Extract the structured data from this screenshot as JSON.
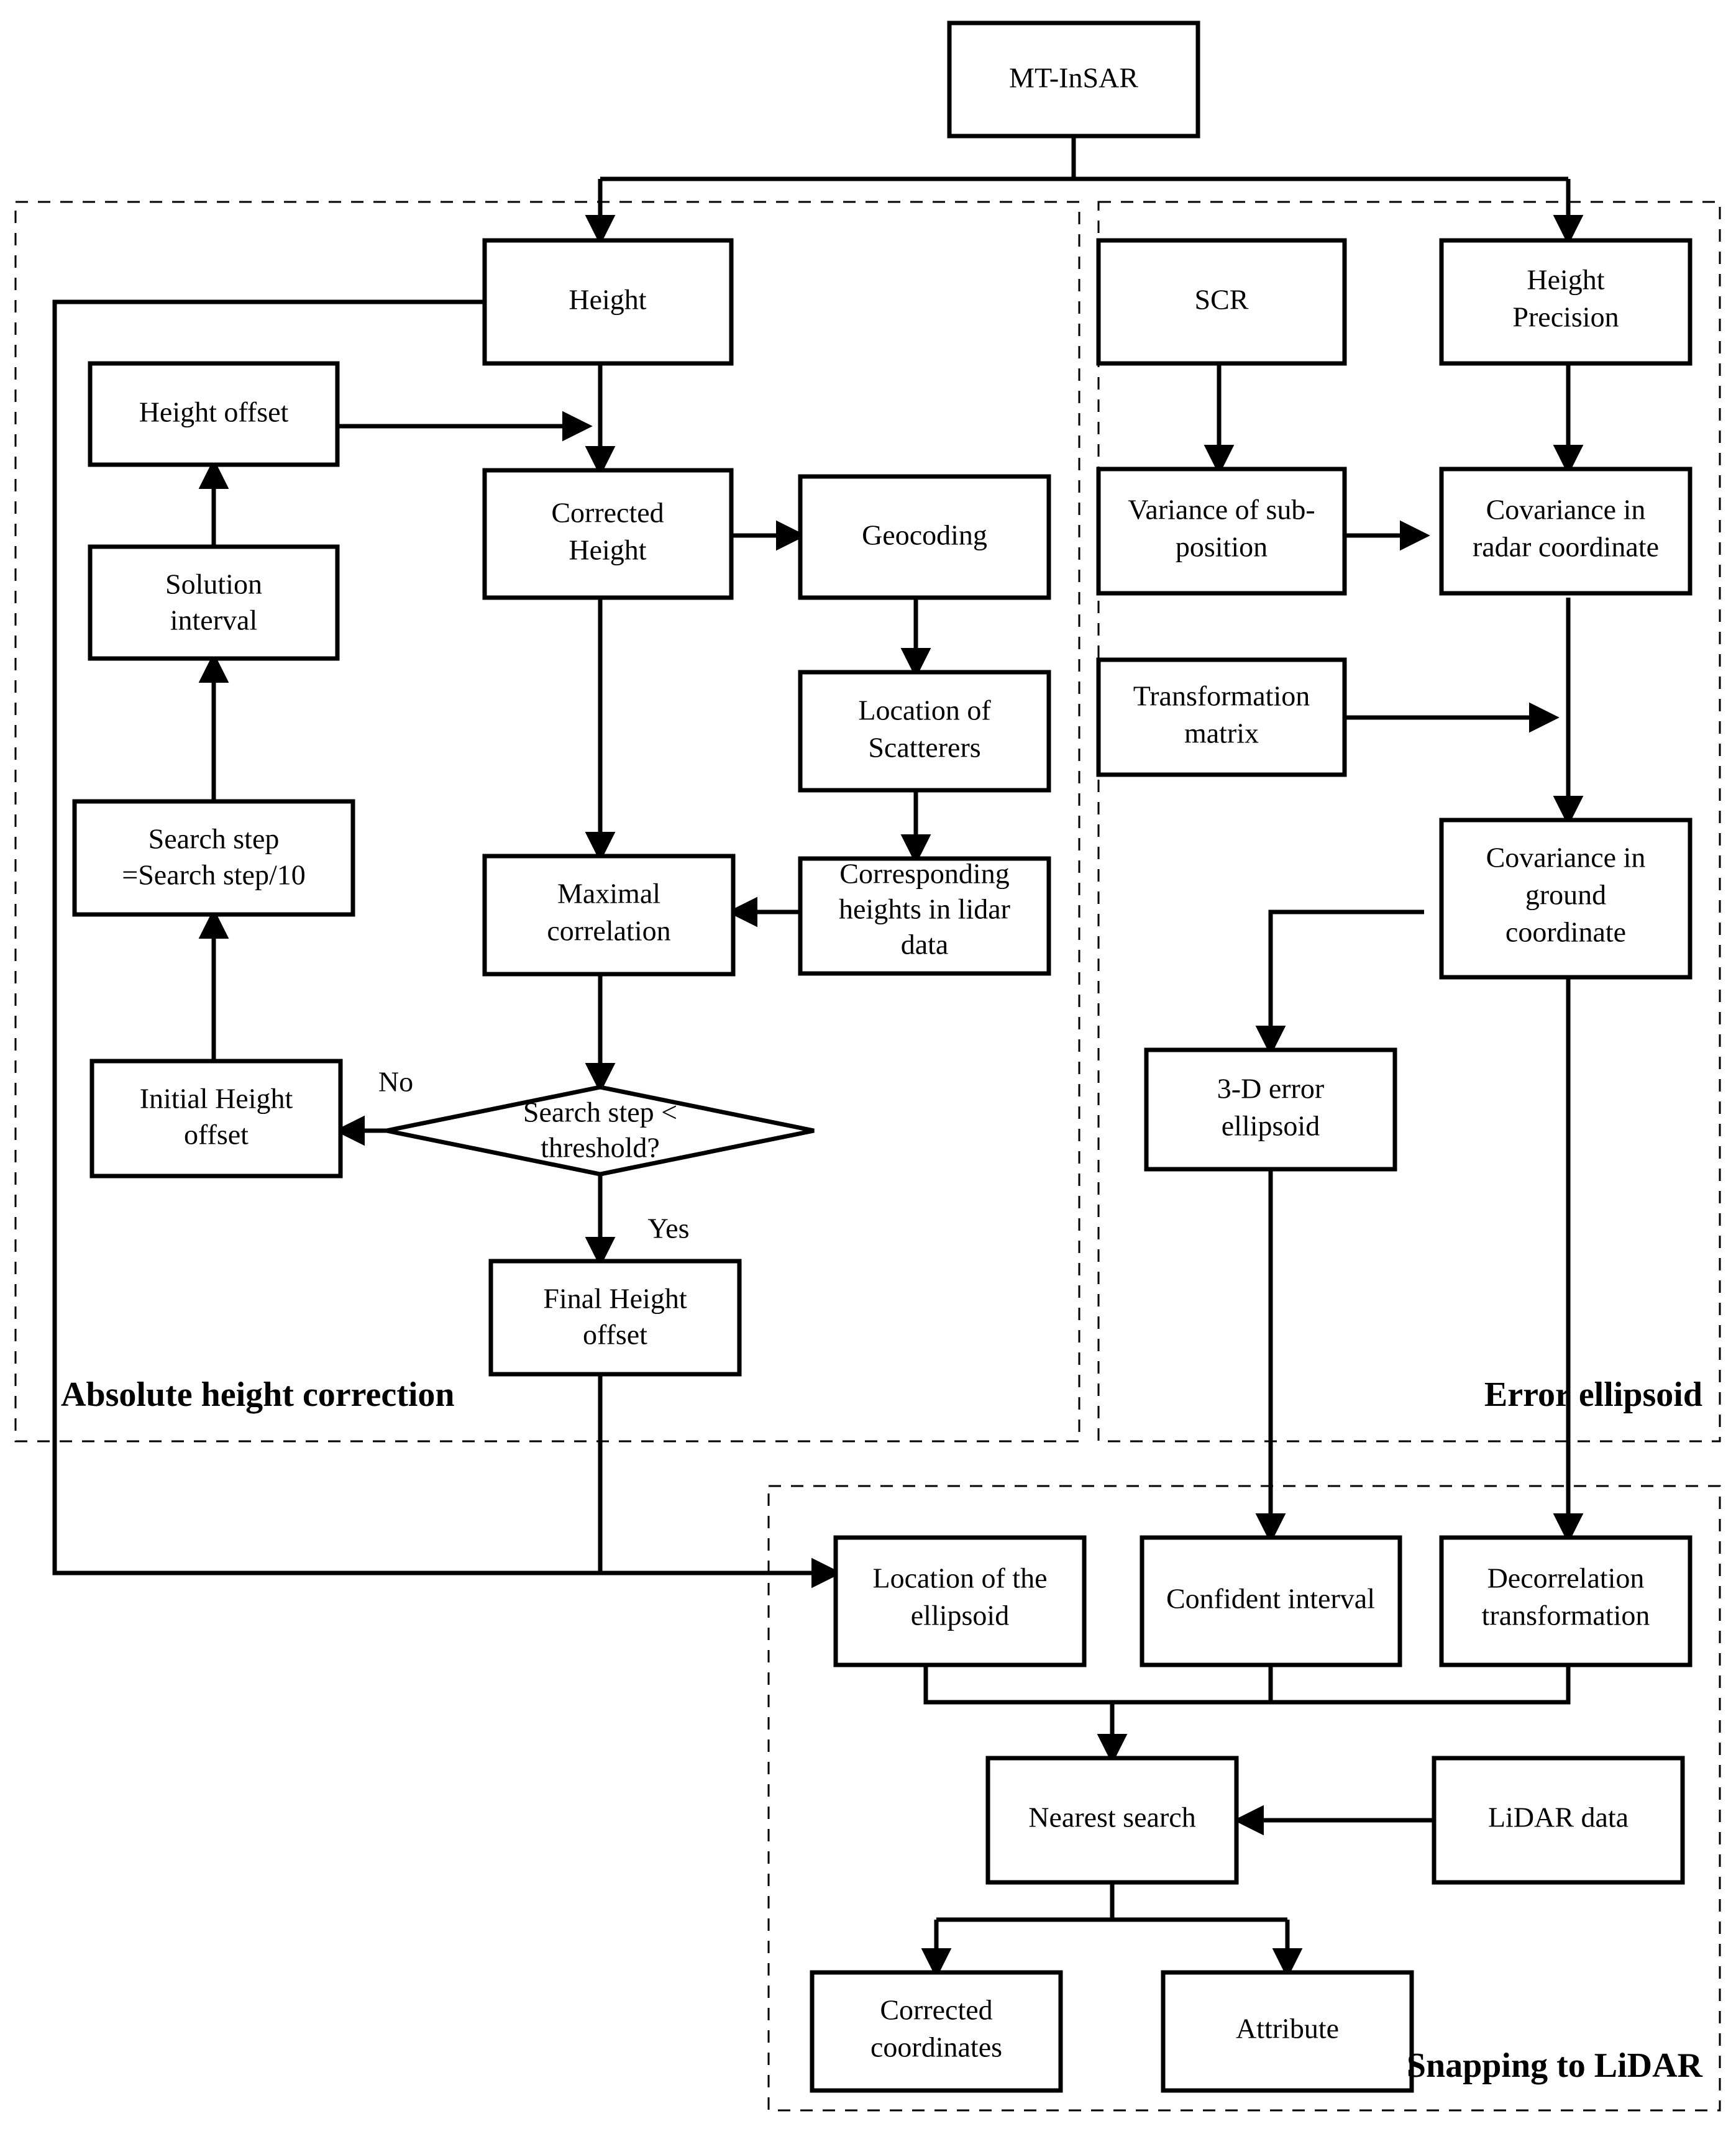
{
  "diagram": {
    "title": "MT-InSAR processing flowchart",
    "colors": {
      "stroke": "#000000",
      "fill": "#ffffff",
      "background": "#ffffff"
    },
    "panels": [
      {
        "id": "absolute-height-correction",
        "label": "Absolute height correction"
      },
      {
        "id": "error-ellipsoid",
        "label": "Error ellipsoid"
      },
      {
        "id": "snapping-to-lidar",
        "label": "Snapping to LiDAR"
      }
    ],
    "nodes": {
      "mt_insar": "MT-InSAR",
      "height": "Height",
      "height_offset": "Height offset",
      "solution_interval_1": "Solution",
      "solution_interval_2": "interval",
      "search_step_1": "Search step",
      "search_step_2": "=Search step/10",
      "initial_height_offset_1": "Initial Height",
      "initial_height_offset_2": "offset",
      "corrected_height_1": "Corrected",
      "corrected_height_2": "Height",
      "geocoding": "Geocoding",
      "location_of_scatterers_1": "Location of",
      "location_of_scatterers_2": "Scatterers",
      "corresponding_heights_1": "Corresponding",
      "corresponding_heights_2": "heights in lidar",
      "corresponding_heights_3": "data",
      "maximal_correlation_1": "Maximal",
      "maximal_correlation_2": "correlation",
      "search_step_threshold_1": "Search step <",
      "search_step_threshold_2": "threshold?",
      "final_height_offset_1": "Final Height",
      "final_height_offset_2": "offset",
      "scr": "SCR",
      "height_precision_1": "Height",
      "height_precision_2": "Precision",
      "variance_sub_position_1": "Variance of sub-",
      "variance_sub_position_2": "position",
      "covariance_radar_1": "Covariance in",
      "covariance_radar_2": "radar coordinate",
      "transformation_matrix_1": "Transformation",
      "transformation_matrix_2": "matrix",
      "covariance_ground_1": "Covariance in",
      "covariance_ground_2": "ground",
      "covariance_ground_3": "coordinate",
      "error_ellipsoid_3d_1": "3-D error",
      "error_ellipsoid_3d_2": "ellipsoid",
      "location_of_ellipsoid_1": "Location of the",
      "location_of_ellipsoid_2": "ellipsoid",
      "confident_interval": "Confident interval",
      "decorrelation_transformation_1": "Decorrelation",
      "decorrelation_transformation_2": "transformation",
      "nearest_search": "Nearest search",
      "lidar_data": "LiDAR data",
      "corrected_coordinates_1": "Corrected",
      "corrected_coordinates_2": "coordinates",
      "attribute": "Attribute"
    },
    "edge_labels": {
      "no": "No",
      "yes": "Yes"
    }
  }
}
